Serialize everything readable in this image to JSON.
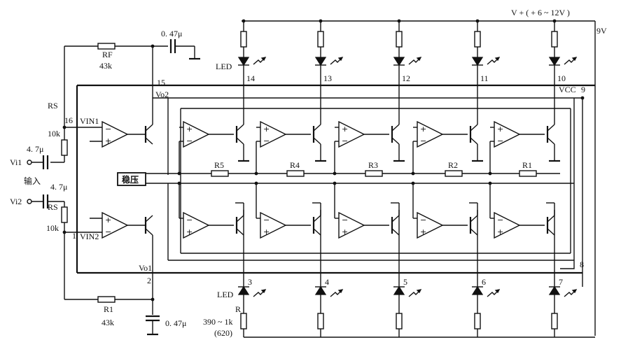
{
  "labels": {
    "supply": "V + ( + 6 ~ 12V )",
    "supply_alt": "9V",
    "cap_top": "0. 47μ",
    "rf_name": "RF",
    "rf_value": "43k",
    "vo2": "Vo2",
    "vo1": "Vo1",
    "vcc": "VCC",
    "vin1": "VIN1",
    "vin2": "VIN2",
    "rs_top_name": "RS",
    "rs_top_value": "10k",
    "rs_bot_name": "RS",
    "rs_bot_value": "10k",
    "cin_top": "4. 7μ",
    "cin_bot": "4. 7μ",
    "vi1": "Vi1",
    "vi2": "Vi2",
    "input_label": "输入",
    "ref_box": "稳压",
    "led_top": "LED",
    "led_bottom": "LED",
    "r1_bottom_name": "R1",
    "r1_bottom_value": "43k",
    "cap_bottom": "0. 47μ",
    "r_led_name": "R",
    "r_led_value": "390 ~ 1k",
    "r_led_alt": "(620)",
    "divider": [
      "R5",
      "R4",
      "R3",
      "R2",
      "R1"
    ],
    "pins_top": [
      "14",
      "13",
      "12",
      "11",
      "10"
    ],
    "pins_bottom": [
      "3",
      "4",
      "5",
      "6",
      "7"
    ],
    "pin15": "15",
    "pin16": "16",
    "pin1": "1",
    "pin2": "2",
    "pin9": "9",
    "pin8": "8"
  }
}
